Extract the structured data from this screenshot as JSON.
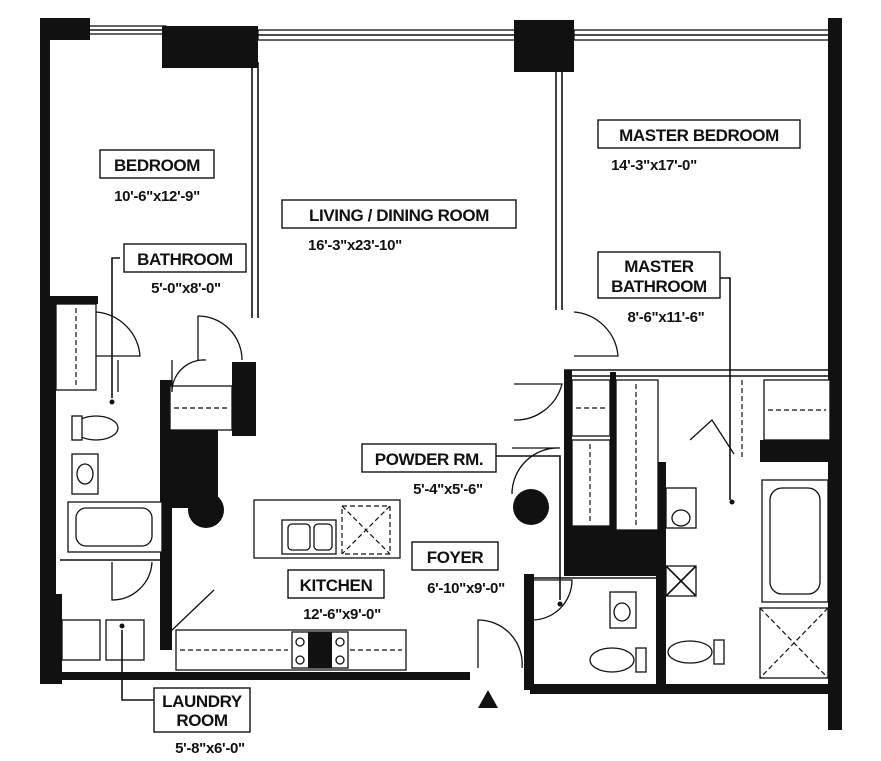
{
  "rooms": {
    "bedroom": {
      "name": "BEDROOM",
      "dims": "10'-6\"x12'-9\""
    },
    "living_dining": {
      "name": "LIVING / DINING ROOM",
      "dims": "16'-3\"x23'-10\""
    },
    "master_bedroom": {
      "name": "MASTER BEDROOM",
      "dims": "14'-3\"x17'-0\""
    },
    "bathroom": {
      "name": "BATHROOM",
      "dims": "5'-0\"x8'-0\""
    },
    "master_bathroom": {
      "name_line1": "MASTER",
      "name_line2": "BATHROOM",
      "dims": "8'-6\"x11'-6\""
    },
    "powder_room": {
      "name": "POWDER RM.",
      "dims": "5'-4\"x5'-6\""
    },
    "foyer": {
      "name": "FOYER",
      "dims": "6'-10\"x9'-0\""
    },
    "kitchen": {
      "name": "KITCHEN",
      "dims": "12'-6\"x9'-0\""
    },
    "laundry": {
      "name_line1": "LAUNDRY",
      "name_line2": "ROOM",
      "dims": "5'-8\"x6'-0\""
    }
  },
  "colors": {
    "ink": "#111111",
    "paper": "#ffffff"
  }
}
